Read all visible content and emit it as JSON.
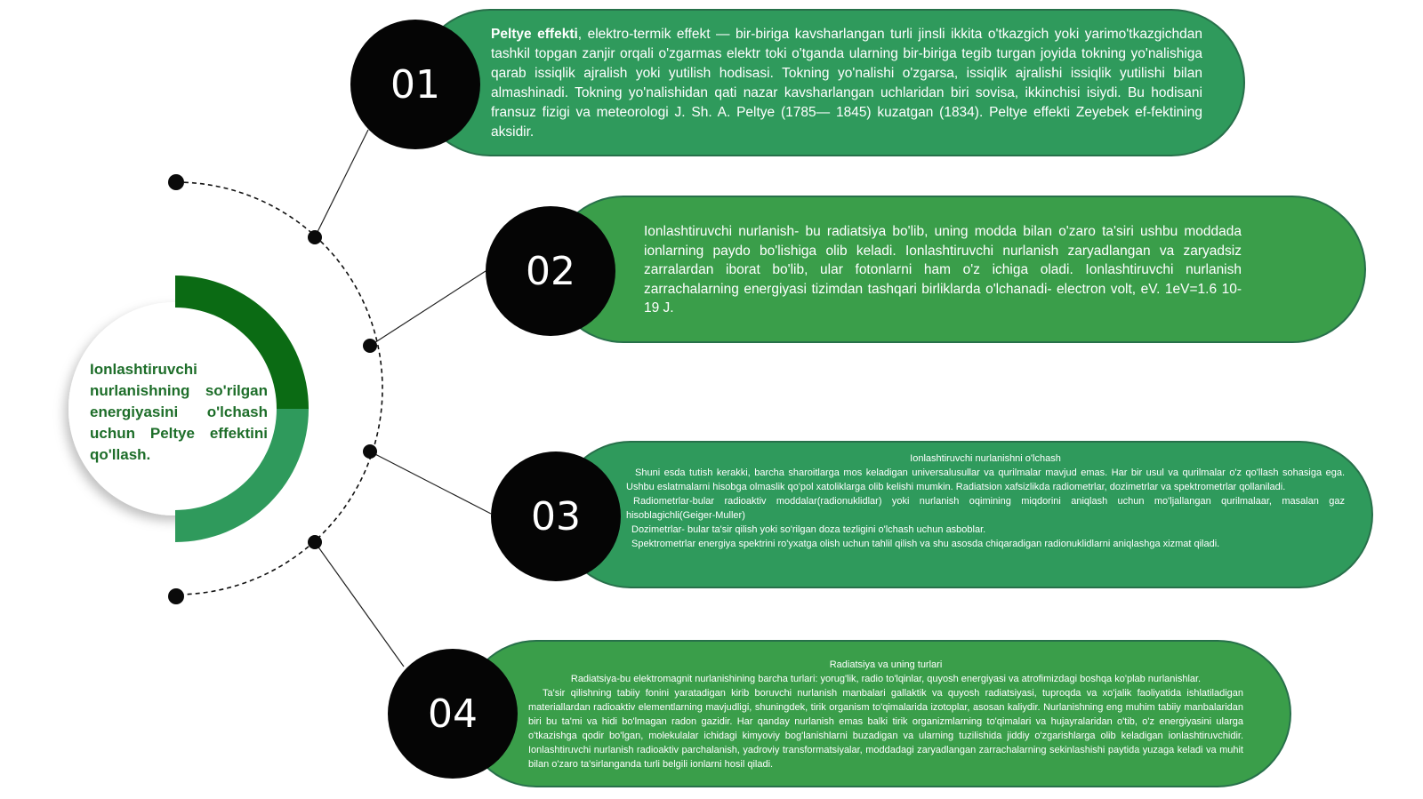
{
  "hub": {
    "title": "Ionlashtiruvchi nurlanishning so'rilgan energiyasini o'lchash uchun Peltye effektini qo'llash."
  },
  "colors": {
    "dark_green": "#0b6b14",
    "mid_green": "#2f9a5c",
    "bright_green": "#3a9e4a",
    "circle": "#050505"
  },
  "items": [
    {
      "number": "01",
      "lead": "Peltye effekti",
      "text": ", elektro-termik effekt — bir-biriga kavsharlangan turli jinsli ikkita o'tkazgich yoki yarimo'tkazgichdan tashkil topgan zanjir orqali o'zgarmas elektr toki o'tganda ularning bir-biriga tegib turgan joyida tokning yo'nalishiga qarab issiqlik ajralish yoki yutilish hodisasi. Tokning yo'nalishi o'zgarsa, issiqlik ajralishi issiqlik yutilishi bilan almashinadi. Tokning yo'nalishidan qati nazar kavsharlangan uchlaridan biri sovisa, ikkinchisi isiydi. Bu hodisani fransuz fizigi va meteorologi J. Sh. A. Peltye (1785— 1845) kuzatgan (1834). Peltye effekti Zeyebek ef-fektining aksidir."
    },
    {
      "number": "02",
      "text": "Ionlashtiruvchi nurlanish- bu radiatsiya bo'lib, uning modda bilan o'zaro ta'siri ushbu moddada ionlarning paydo bo'lishiga olib keladi. Ionlashtiruvchi nurlanish zaryadlangan va zaryadsiz zarralardan iborat bo'lib, ular fotonlarni ham o'z ichiga oladi. Ionlashtiruvchi nurlanish zarrachalarning energiyasi tizimdan tashqari birliklarda o'lchanadi- electron volt, eV. 1eV=1.6 10-19 J."
    },
    {
      "number": "03",
      "heading": "Ionlashtiruvchi nurlanishni o'lchash",
      "paragraphs": [
        "Shuni esda tutish kerakki, barcha sharoitlarga mos keladigan universalusullar va qurilmalar mavjud emas. Har bir usul va qurilmalar o'z qo'llash sohasiga ega. Ushbu eslatmalarni hisobga olmaslik qo'pol xatoliklarga olib kelishi mumkin. Radiatsion xafsizlikda radiometrlar, dozimetrlar va spektrometrlar qollaniladi.",
        "Radiometrlar-bular radioaktiv moddalar(radionuklidlar) yoki nurlanish oqimining miqdorini aniqlash uchun mo'ljallangan qurilmalaar, masalan gaz hisoblagichli(Geiger-Muller)",
        "Dozimetrlar- bular ta'sir qilish yoki so'rilgan doza tezligini o'lchash uchun asboblar.",
        "Spektrometrlar energiya spektrini ro'yxatga olish uchun tahlil qilish va shu asosda chiqaradigan radionuklidlarni aniqlashga xizmat qiladi."
      ]
    },
    {
      "number": "04",
      "heading": "Radiatsiya va uning turlari",
      "paragraphs": [
        "Radiatsiya-bu elektromagnit nurlanishining barcha turlari: yorug'lik, radio to'lqinlar, quyosh energiyasi va atrofimizdagi boshqa ko'plab nurlanishlar.",
        "Ta'sir qilishning tabiiy fonini yaratadigan kirib boruvchi nurlanish manbalari gallaktik va quyosh radiatsiyasi, tuproqda va xo'jalik faoliyatida ishlatiladigan materiallardan radioaktiv elementlarning mavjudligi, shuningdek, tirik organism to'qimalarida izotoplar, asosan kaliydir. Nurlanishning eng muhim tabiiy manbalaridan biri bu ta'mi va hidi bo'lmagan radon gazidir. Har qanday nurlanish emas balki tirik organizmlarning to'qimalari va hujayralaridan o'tib, o'z energiyasini ularga o'tkazishga qodir bo'lgan, molekulalar ichidagi kimyoviy bog'lanishlarni buzadigan va ularning tuzilishida jiddiy o'zgarishlarga olib keladigan ionlashtiruvchidir. Ionlashtiruvchi nurlanish radioaktiv parchalanish, yadroviy transformatsiyalar, moddadagi zaryadlangan zarrachalarning sekinlashishi paytida yuzaga keladi va muhit bilan o'zaro ta'sirlanganda turli belgili ionlarni hosil qiladi."
      ]
    }
  ]
}
